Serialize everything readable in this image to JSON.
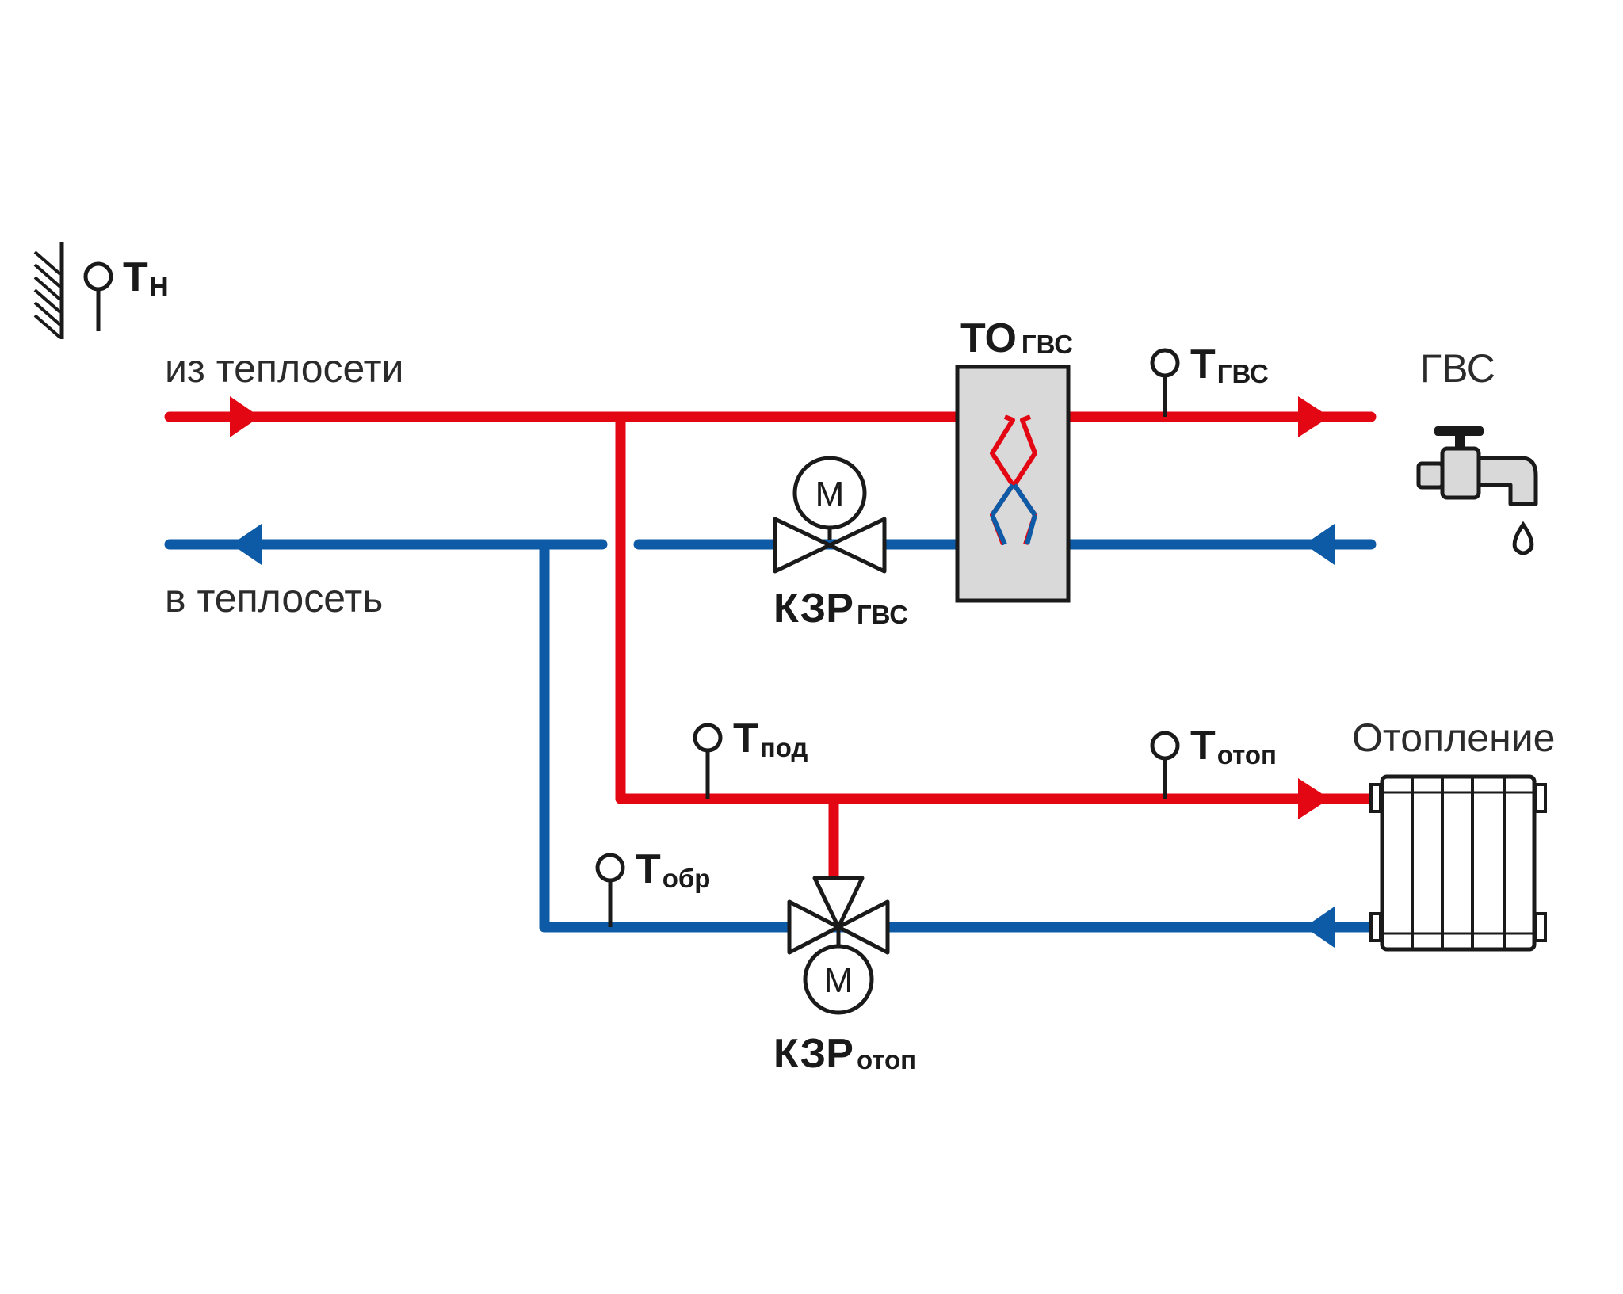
{
  "labels": {
    "from_network": "из теплосети",
    "to_network": "в теплосеть",
    "dhw": "ГВС",
    "heating": "Отопление"
  },
  "sensors": {
    "outdoor": {
      "main": "Т",
      "sub": "Н"
    },
    "dhw": {
      "main": "Т",
      "sub": "ГВС"
    },
    "supply": {
      "main": "Т",
      "sub": "под"
    },
    "heating": {
      "main": "Т",
      "sub": "отоп"
    },
    "return": {
      "main": "Т",
      "sub": "обр"
    }
  },
  "heat_exchanger": {
    "main": "ТО",
    "sub": "ГВС"
  },
  "valves": {
    "dhw": {
      "main": "КЗР",
      "sub": "ГВС",
      "motor": "М"
    },
    "heating": {
      "main": "КЗР",
      "sub": "отоп",
      "motor": "М"
    }
  },
  "colors": {
    "hot": "#e30613",
    "cold": "#0d5aa7",
    "outline": "#1a1a1a",
    "hx_fill": "#d9d9d9"
  }
}
